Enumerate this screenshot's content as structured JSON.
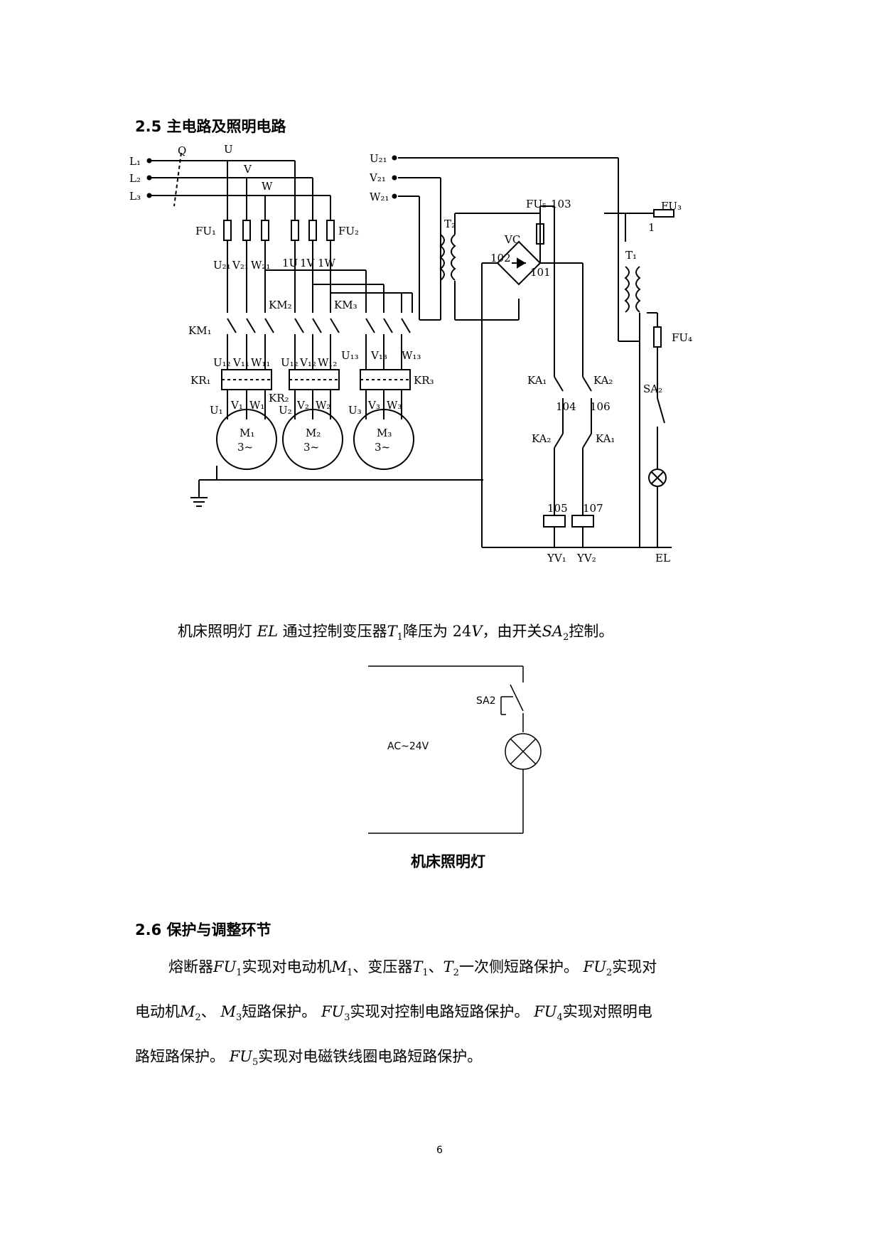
{
  "section_25": {
    "heading": "2.5 主电路及照明电路"
  },
  "circuit": {
    "labels": {
      "L1": "L₁",
      "L2": "L₂",
      "L3": "L₃",
      "Q": "Q",
      "U": "U",
      "V": "V",
      "W": "W",
      "U21": "U₂₁",
      "V21": "V₂₁",
      "W21": "W₂₁",
      "FU1": "FU₁",
      "FU2": "FU₂",
      "FU3": "FU₃",
      "FU4": "FU₄",
      "FU5": "FU₅",
      "n103": "103",
      "T2": "T₂",
      "T1": "T₁",
      "VC": "VC",
      "n102": "102",
      "n101": "101",
      "lU21": "U₂₁",
      "lV21": "V₂₁",
      "lW21": "W₂₁",
      "l1U": "1U",
      "l1V": "1V",
      "l1W": "1W",
      "KM1": "KM₁",
      "KM2": "KM₂",
      "KM3": "KM₃",
      "U12": "U₁₂",
      "V11": "V₁₁",
      "W11": "W₁₁",
      "U12b": "U₁₂",
      "V12": "V₁₂",
      "W12": "W₁₂",
      "U13": "U₁₃",
      "V13": "V₁₃",
      "W13": "W₁₃",
      "KR1": "KR₁",
      "KR2": "KR₂",
      "KR3": "KR₃",
      "U1": "U₁",
      "V1": "V₁",
      "W1": "W₁",
      "U2": "U₂",
      "V2": "V₂",
      "W2": "W₂",
      "U3": "U₃",
      "V3": "V₃",
      "W3": "W₃",
      "M1": "M₁",
      "M2": "M₂",
      "M3": "M₃",
      "three_phase": "3~",
      "KA1": "KA₁",
      "KA2": "KA₂",
      "KA2b": "KA₂",
      "KA1b": "KA₁",
      "n104": "104",
      "n106": "106",
      "n105": "105",
      "n107": "107",
      "YV1": "YV₁",
      "YV2": "YV₂",
      "SA2": "SA₂",
      "EL": "EL",
      "n1": "1"
    }
  },
  "para1": {
    "t1": "机床照明灯",
    "EL": "EL",
    "t2": "通过控制变压器",
    "T": "T",
    "sub1": "1",
    "t3": "降压为",
    "n24": "24",
    "V": "V",
    "t4": "，由开关",
    "SA": "SA",
    "sub2": "2",
    "t5": "控制。"
  },
  "lamp_diagram": {
    "sa2": "SA2",
    "ac": "AC~24V",
    "caption": "机床照明灯"
  },
  "section_26": {
    "heading": "2.6 保护与调整环节"
  },
  "para2": {
    "l1_a": "熔断器",
    "FU": "FU",
    "s1": "1",
    "l1_b": "实现对电动机",
    "M": "M",
    "s2": "1",
    "l1_c": "、变压器",
    "T": "T",
    "s3": "1",
    "l1_d": "、",
    "T2": "T",
    "s4": "2",
    "l1_e": "一次侧短路保护。",
    "FU2": "FU",
    "s5": "2",
    "l1_f": "实现对",
    "l2_a": "电动机",
    "M2": "M",
    "s6": "2",
    "l2_b": "、",
    "M3": "M",
    "s7": "3",
    "l2_c": "短路保护。",
    "FU3": "FU",
    "s8": "3",
    "l2_d": "实现对控制电路短路保护。",
    "FU4": "FU",
    "s9": "4",
    "l2_e": "实现对照明电",
    "l3_a": "路短路保护。",
    "FU5": "FU",
    "s10": "5",
    "l3_b": "实现对电磁铁线圈电路短路保护。"
  },
  "page_number": "6"
}
